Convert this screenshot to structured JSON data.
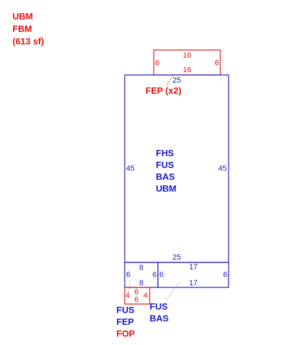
{
  "summary": {
    "line1": "UBM",
    "line2": "FBM",
    "line3": "(613 sf)"
  },
  "porch_top": {
    "label": "FEP (x2)",
    "dim_top": "16",
    "dim_bottom": "16",
    "dim_left": "6",
    "dim_right": "6"
  },
  "main": {
    "labels": [
      "FHS",
      "FUS",
      "BAS",
      "UBM"
    ],
    "dim_top": "25",
    "dim_bottom": "25",
    "dim_left": "45",
    "dim_right": "45"
  },
  "small_left": {
    "dim_top": "8",
    "dim_bottom": "8",
    "dim_left": "6",
    "dim_right": "6",
    "labels": [
      "FUS",
      "FEP",
      "FOP"
    ]
  },
  "small_right": {
    "dim_top": "17",
    "dim_bottom": "17",
    "dim_left": "6",
    "dim_right": "6",
    "labels": [
      "FUS",
      "BAS"
    ]
  },
  "porch_bottom": {
    "dim_left": "4",
    "dim_right": "4",
    "dim_top": "6",
    "dim_bottom": "6"
  },
  "colors": {
    "red": "#e01010",
    "blue": "#1818c8"
  }
}
